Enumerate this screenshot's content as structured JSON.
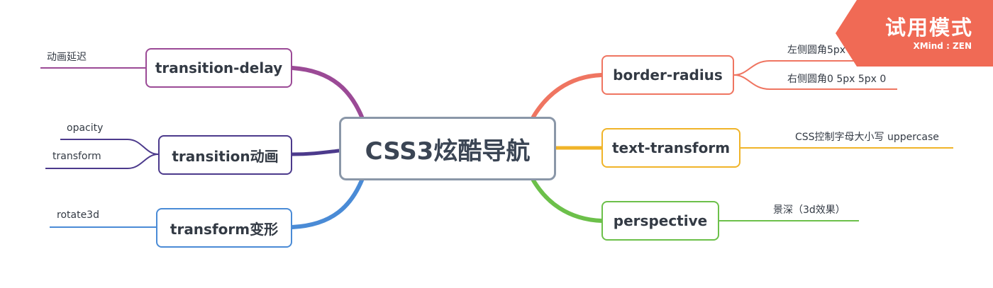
{
  "root": {
    "label": "CSS3炫酷导航"
  },
  "branches": {
    "delay": {
      "label": "transition-delay",
      "leaves": [
        "动画延迟"
      ]
    },
    "transition": {
      "label": "transition动画",
      "leaves": [
        "opacity",
        "transform"
      ]
    },
    "transform": {
      "label": "transform变形",
      "leaves": [
        "rotate3d"
      ]
    },
    "radius": {
      "label": "border-radius",
      "leaves": [
        "左侧圆角5px 0 0 5px",
        "右侧圆角0 5px 5px 0"
      ]
    },
    "text": {
      "label": "text-transform",
      "leaves": [
        "CSS控制字母大小写 uppercase"
      ]
    },
    "perspective": {
      "label": "perspective",
      "leaves": [
        "景深（3d效果）"
      ]
    }
  },
  "trial_badge": {
    "title": "试用模式",
    "brand": "XMind : ZEN"
  },
  "colors": {
    "delay": "#9b4a96",
    "transition": "#4c3a8c",
    "transform": "#4a8bd6",
    "radius": "#ef7561",
    "text": "#f0b429",
    "perspective": "#6cc04a",
    "root_border": "#8a97a8",
    "badge": "#f06a55"
  }
}
